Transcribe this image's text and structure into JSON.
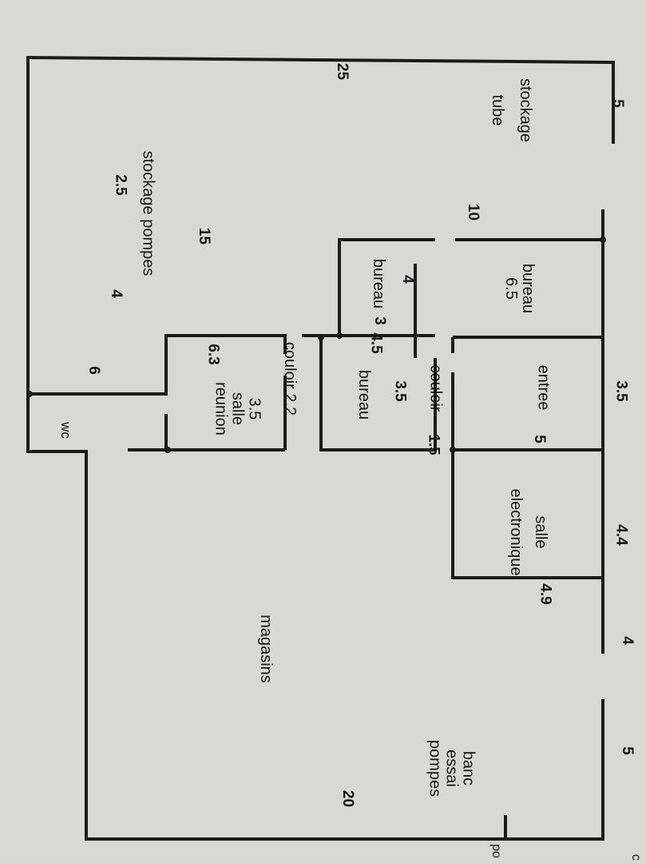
{
  "rooms": {
    "stockage_tube": [
      "stockage",
      "tube"
    ],
    "stockage_pompes": "stockage pompes",
    "bureau_a": [
      "bureau",
      "6.5"
    ],
    "bureau_b": "bureau",
    "bureau_c": "bureau",
    "entree": "entree",
    "couloir_a": "couloir",
    "couloir_b": "couloir 2.2",
    "salle_reunion": [
      "3.5",
      "salle",
      "reunion"
    ],
    "salle_electronique": [
      "salle",
      "electronique"
    ],
    "magasins": "magasins",
    "banc_essai_pompes": [
      "banc",
      "essai",
      "pompes"
    ],
    "wc": "wc"
  },
  "dimensions": {
    "top_5": "5",
    "top_2_5": "2.5",
    "top_4a": "4",
    "top_3_5": "3.5",
    "top_4_4": "4.4",
    "top_4b": "4",
    "top_5b": "5",
    "left_25": "25",
    "d_10": "10",
    "d_15": "15",
    "d_6": "6",
    "d_4": "4",
    "d_3": "3",
    "d_4_5": "4.5",
    "d_1_5": "1.5",
    "d_3_5b": "3.5",
    "d_5": "5",
    "d_6_3": "6.3",
    "d_4_9": "4.9",
    "d_20": "20"
  },
  "edge_text": {
    "po": "po",
    "c": "c"
  }
}
